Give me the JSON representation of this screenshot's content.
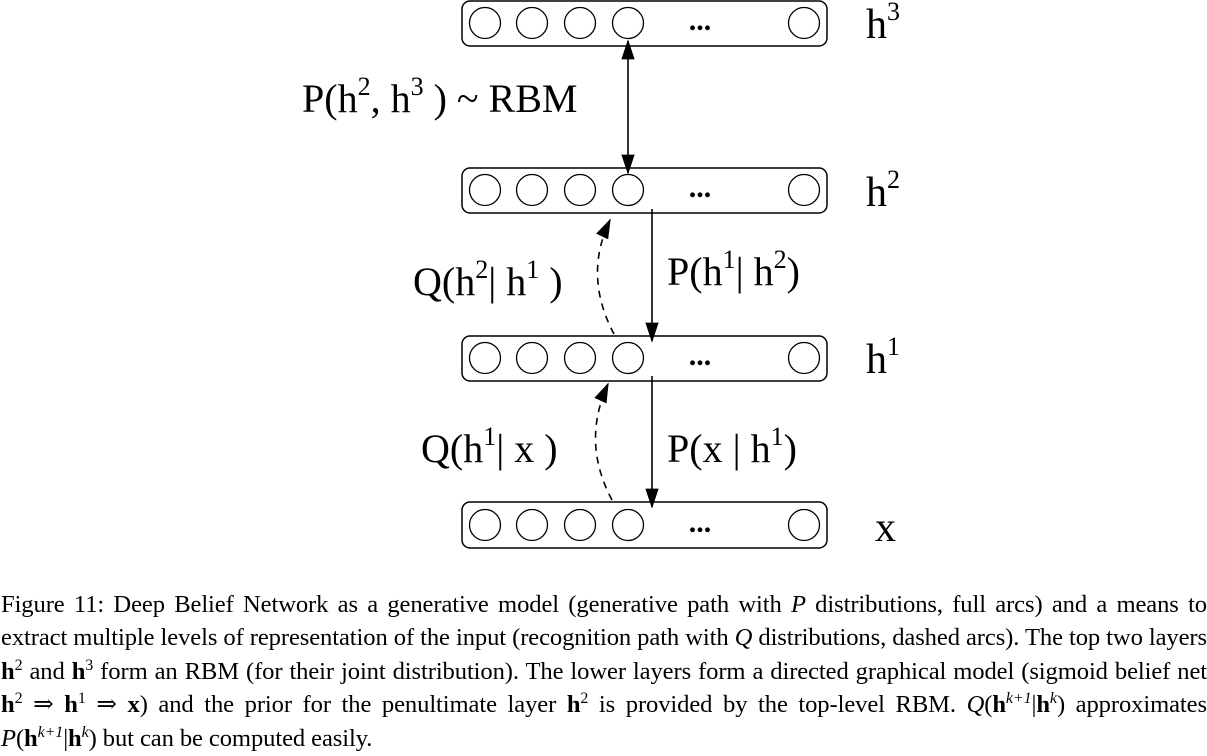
{
  "figure": {
    "layers": [
      {
        "name": "h",
        "sup": "3"
      },
      {
        "name": "h",
        "sup": "2"
      },
      {
        "name": "h",
        "sup": "1"
      },
      {
        "name": "x",
        "sup": ""
      }
    ],
    "ellipsis": "...",
    "labels": {
      "rbm": {
        "a": "P(h",
        "s1": "2",
        "b": ", h",
        "s2": "3",
        "c": " ) ~ RBM"
      },
      "q_h2_h1": {
        "a": "Q(h",
        "s1": "2",
        "b": "| h",
        "s2": "1",
        "c": " )"
      },
      "p_h1_h2": {
        "a": "P(h",
        "s1": "1",
        "b": "| h",
        "s2": "2",
        "c": ")"
      },
      "q_h1_x": {
        "a": "Q(h",
        "s1": "1",
        "b": "| x  )"
      },
      "p_x_h1": {
        "a": "P(x | h",
        "s1": "1",
        "b": ")"
      }
    }
  },
  "caption": {
    "figure_label": "Figure 11:",
    "t1": " Deep Belief Network as a generative model (generative path with ",
    "P": "P",
    "t2": " distributions, full arcs) and a means to extract multiple levels of representation of the input (recognition path with ",
    "Q": "Q",
    "t3": " distributions, dashed arcs).  The top two layers ",
    "h": "h",
    "two": "2",
    "three": "3",
    "one": "1",
    "x": "x",
    "k": "k",
    "kp1": "k+1",
    "arrow": "⇒",
    "and": " and ",
    "t4": " form an RBM (for their joint distribution).  The lower layers form a directed graphical model (sigmoid belief net ",
    "t5": ") and the prior for the penultimate layer ",
    "t6": " is provided by the top-level RBM. ",
    "paren_open": "(",
    "bar": "|",
    "paren_close": ")",
    "t7": " approximates ",
    "t8": " but can be computed easily."
  }
}
